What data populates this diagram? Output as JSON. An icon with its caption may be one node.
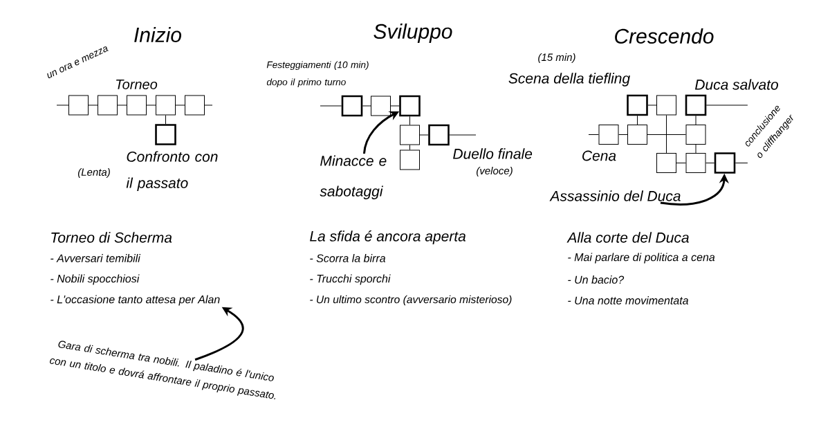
{
  "diagram": {
    "nodes": [
      {
        "text": [],
        "shape": "box"
      },
      {
        "text": [],
        "shape": "box"
      },
      {
        "text": [],
        "shape": "box"
      },
      {
        "text": [],
        "shape": "box"
      },
      {
        "text": [],
        "shape": "box"
      },
      {
        "text": [],
        "shape": "box",
        "beside": [
          "Confronto con il passato"
        ]
      },
      {
        "text": [],
        "shape": "box"
      },
      {
        "text": [],
        "shape": "box"
      },
      {
        "text": [],
        "shape": "box"
      },
      {
        "text": [],
        "shape": "box"
      },
      {
        "text": [],
        "shape": "box",
        "beside": [
          "Duello finale"
        ]
      },
      {
        "text": [],
        "shape": "box"
      },
      {
        "text": [
          "Minacce e sabotaggi"
        ]
      },
      {
        "text": [],
        "shape": "box",
        "beside": [
          "Scena della tiefling"
        ]
      },
      {
        "text": [],
        "shape": "box"
      },
      {
        "text": [],
        "shape": "box",
        "beside": [
          "Duca salvato"
        ]
      },
      {
        "text": [],
        "shape": "box",
        "beside": [
          "Cena"
        ]
      },
      {
        "text": [],
        "shape": "box"
      },
      {
        "text": [],
        "shape": "box"
      },
      {
        "text": [],
        "shape": "box"
      },
      {
        "text": [],
        "shape": "box"
      },
      {
        "text": [],
        "shape": "box"
      },
      {
        "text": [
          "Assassinio del Duca"
        ]
      },
      {
        "text": [
          "- L'occasione tanto attesa per Alan"
        ]
      },
      {
        "text": [
          "Gara di scherma tra nobili. Il paladino é l'unico con un titolo e dovrá affrontare il proprio passato."
        ]
      },
      {
        "text": [
          "conclusione o cliffhanger"
        ]
      }
    ],
    "edges": [
      {
        "from": null,
        "to": 0,
        "arrow": "none"
      },
      {
        "from": 0,
        "to": 1,
        "arrow": "none"
      },
      {
        "from": 1,
        "to": 2,
        "arrow": "none"
      },
      {
        "from": 2,
        "to": 3,
        "arrow": "none"
      },
      {
        "from": 3,
        "to": 4,
        "arrow": "none"
      },
      {
        "from": 4,
        "to": null,
        "arrow": "none"
      },
      {
        "from": 3,
        "to": 5,
        "arrow": "none"
      },
      {
        "from": null,
        "to": 6,
        "arrow": "none"
      },
      {
        "from": 6,
        "to": 7,
        "arrow": "none"
      },
      {
        "from": 7,
        "to": 8,
        "arrow": "none"
      },
      {
        "from": 8,
        "to": 9,
        "arrow": "none"
      },
      {
        "from": 9,
        "to": 10,
        "arrow": "none"
      },
      {
        "from": 10,
        "to": null,
        "arrow": "none"
      },
      {
        "from": 9,
        "to": 11,
        "arrow": "none"
      },
      {
        "from": 12,
        "to": 8,
        "arrow": "to",
        "style": "thick"
      },
      {
        "from": 13,
        "to": 14,
        "arrow": "none"
      },
      {
        "from": 15,
        "to": 25,
        "arrow": "none"
      },
      {
        "from": 13,
        "to": 17,
        "arrow": "none"
      },
      {
        "from": 15,
        "to": 18,
        "arrow": "none"
      },
      {
        "from": null,
        "to": 16,
        "arrow": "none"
      },
      {
        "from": 16,
        "to": 17,
        "arrow": "none"
      },
      {
        "from": 17,
        "to": 18,
        "arrow": "none"
      },
      {
        "from": 14,
        "to": 19,
        "arrow": "none"
      },
      {
        "from": 18,
        "to": 20,
        "arrow": "none"
      },
      {
        "from": 19,
        "to": 20,
        "arrow": "none"
      },
      {
        "from": 20,
        "to": 21,
        "arrow": "none"
      },
      {
        "from": 21,
        "to": 25,
        "arrow": "none"
      },
      {
        "from": 22,
        "to": 21,
        "arrow": "to",
        "style": "thick"
      },
      {
        "from": 24,
        "to": 23,
        "arrow": "to",
        "style": "thick"
      }
    ],
    "labels": [
      "Inizio",
      "Sviluppo",
      "Crescendo",
      "un ora e mezza",
      "Torneo",
      "(Lenta)",
      "Festeggiamenti (10 min) dopo il primo turno",
      "(veloce)",
      "(15 min)",
      "Torneo di Scherma",
      "- Avversari temibili",
      "- Nobili spocchiosi",
      "La sfida é ancora aperta",
      "- Scorra la birra",
      "- Trucchi sporchi",
      "- Un ultimo scontro (avversario misterioso)",
      "Alla corte del Duca",
      "- Mai parlare di politica a cena",
      "- Un bacio?",
      "- Una notte movimentata"
    ]
  }
}
